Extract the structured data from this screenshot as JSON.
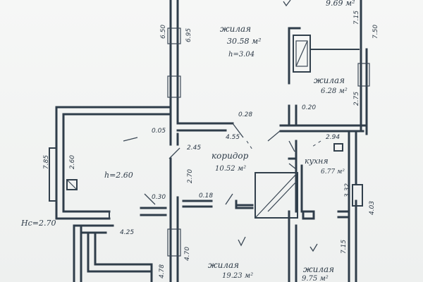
{
  "rooms": {
    "top_right_area": "9.69 м²",
    "living_large": {
      "name": "жилая",
      "area": "30.58 м²",
      "height": "h=3.04"
    },
    "living_small": {
      "name": "жилая",
      "area": "6.28 м²"
    },
    "corridor": {
      "name": "коридор",
      "area": "10.52 м²"
    },
    "kitchen": {
      "name": "кухня",
      "area": "6.77 м²"
    },
    "left_room": {
      "height": "h=2.60"
    },
    "bottom_middle": {
      "name": "жилая",
      "area": "19.23 м²"
    },
    "bottom_right": {
      "name": "жилая",
      "area": "9.75 м²"
    }
  },
  "outside": {
    "height": "Hc=2.70"
  },
  "dimensions": {
    "d_695": "6.95",
    "d_650": "6.50",
    "d_715": "7.15",
    "d_750": "7.50",
    "d_275": "2.75",
    "d_028": "0.28",
    "d_020": "0.20",
    "d_455": "4.55",
    "d_005": "0.05",
    "d_245": "2.45",
    "d_294": "2.94",
    "d_785_left": "7.85",
    "d_260": "2.60",
    "d_270": "2.70",
    "d_030": "0.30",
    "d_018": "0.18",
    "d_332": "3.32",
    "d_403": "4.03",
    "d_425": "4.25",
    "d_470": "4.70",
    "d_715_lower": "7.15",
    "d_478": "4.78"
  }
}
